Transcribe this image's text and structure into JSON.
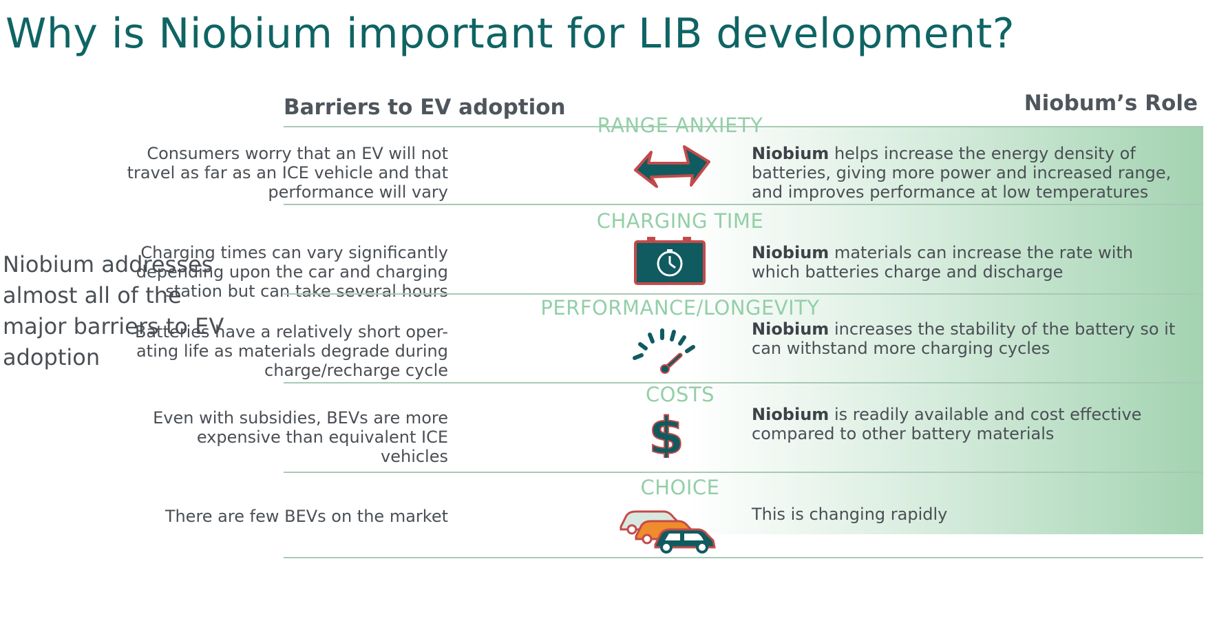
{
  "title": "Why is Niobium important for LIB development?",
  "side_text": "Niobium addresses almost all of the major barriers to EV adoption",
  "table": {
    "header_left": "Barriers to EV adoption",
    "header_right": "Niobum’s Role",
    "rows": [
      {
        "category": "RANGE ANXIETY",
        "barrier": "Consumers worry that an EV will not travel as far as an ICE vehicle and that performance will vary",
        "role_bold": "Niobium",
        "role_text": " helps increase the energy density of batteries, giving more power and increased range, and improves performance at low temperatures",
        "icon": "double-arrow-icon"
      },
      {
        "category": "CHARGING TIME",
        "barrier": "Charging times can vary significantly depending upon the car and charging station but can take several hours",
        "role_bold": "Niobium",
        "role_text": " materials can increase the rate with which batteries charge and discharge",
        "icon": "battery-clock-icon"
      },
      {
        "category": "PERFORMANCE/LONGEVITY",
        "barrier": "Batteries have a relatively short oper-ating life as materials degrade during charge/recharge cycle",
        "role_bold": "Niobium",
        "role_text": " increases the stability of the battery so it can withstand more charging cycles",
        "icon": "gauge-icon"
      },
      {
        "category": "COSTS",
        "barrier": "Even with subsidies, BEVs are more expensive than equivalent ICE vehicles",
        "role_bold": "Niobium",
        "role_text": " is readily available and cost effective compared to other battery materials",
        "icon": "dollar-icon"
      },
      {
        "category": "CHOICE",
        "barrier": "There are few BEVs on the market",
        "role_bold": "",
        "role_text": "This is changing rapidly",
        "icon": "cars-icon"
      }
    ]
  },
  "colors": {
    "title": "#0f6464",
    "category": "#93cfa7",
    "icon_teal": "#0f5b60",
    "icon_red": "#c44a4a",
    "gradient_end": "#a3d3b1"
  }
}
